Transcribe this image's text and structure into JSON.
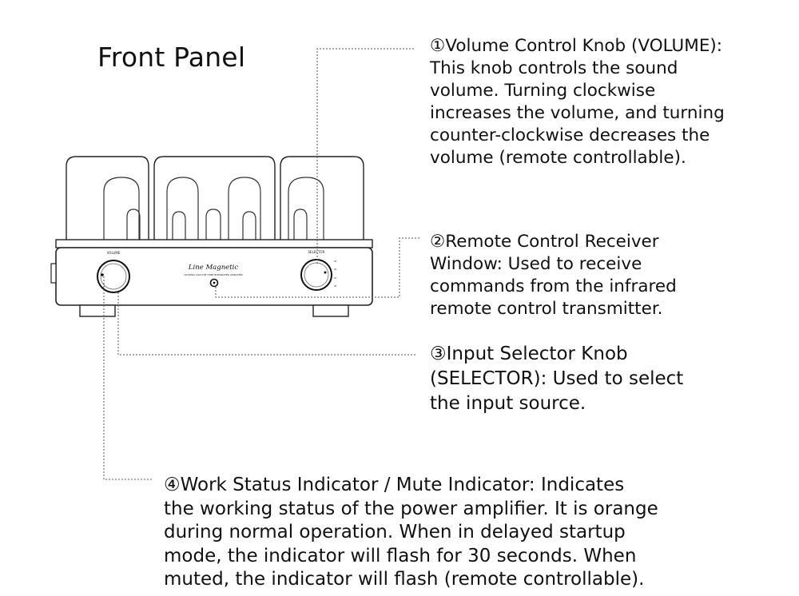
{
  "title": "Front Panel",
  "brand_logo_text": "Line Magnetic",
  "panel_labels": {
    "volume": "VOLUME",
    "selector": "SELECTOR",
    "model": "LM-805IA VACUUM TUBE INTEGRATED AMPLIFIER"
  },
  "callouts": [
    {
      "number": "①",
      "lines": [
        "①Volume Control Knob (VOLUME):",
        "This knob controls the sound",
        "volume. Turning clockwise",
        "increases the volume, and turning",
        "counter-clockwise decreases the",
        "volume (remote controllable)."
      ]
    },
    {
      "number": "②",
      "lines": [
        "②Remote Control Receiver",
        "Window: Used to receive",
        "commands from the infrared",
        "remote control transmitter."
      ]
    },
    {
      "number": "③",
      "lines": [
        "③Input Selector Knob",
        "(SELECTOR): Used to select",
        "the input source."
      ]
    },
    {
      "number": "④",
      "lines": [
        "④Work Status Indicator / Mute Indicator: Indicates",
        "the working status of the power amplifier. It is orange",
        "during normal operation. When in delayed startup",
        "mode, the indicator will flash for 30 seconds. When",
        "muted, the indicator will flash (remote controllable)."
      ]
    }
  ]
}
